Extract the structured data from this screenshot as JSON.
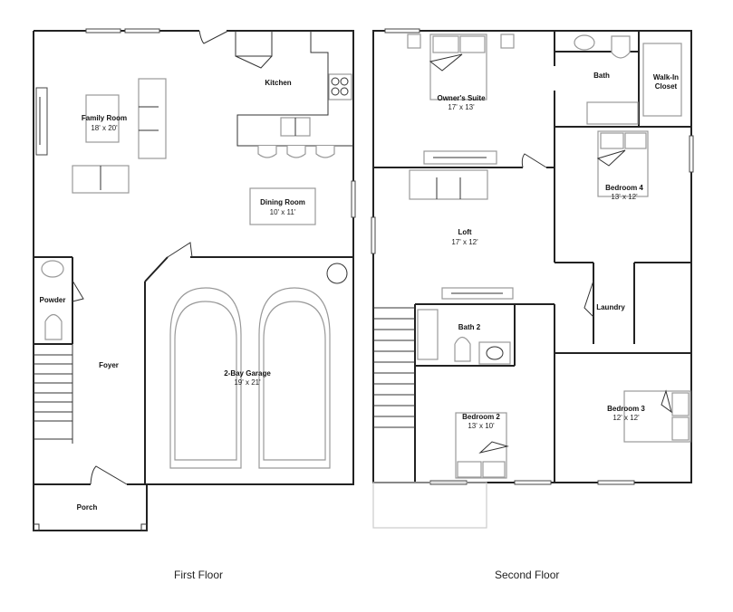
{
  "floors": [
    {
      "title": "First Floor",
      "rooms": [
        {
          "name": "Family Room",
          "dimensions": "18' x 20'"
        },
        {
          "name": "Kitchen",
          "dimensions": ""
        },
        {
          "name": "Dining Room",
          "dimensions": "10' x 11'"
        },
        {
          "name": "Powder",
          "dimensions": ""
        },
        {
          "name": "Foyer",
          "dimensions": ""
        },
        {
          "name": "2-Bay Garage",
          "dimensions": "19' x 21'"
        },
        {
          "name": "Porch",
          "dimensions": ""
        }
      ]
    },
    {
      "title": "Second Floor",
      "rooms": [
        {
          "name": "Owner's Suite",
          "dimensions": "17' x 13'"
        },
        {
          "name": "Bath",
          "dimensions": ""
        },
        {
          "name": "Walk-In",
          "dimensions": "Closet"
        },
        {
          "name": "Bedroom 4",
          "dimensions": "13' x 12'"
        },
        {
          "name": "Loft",
          "dimensions": "17' x 12'"
        },
        {
          "name": "Laundry",
          "dimensions": ""
        },
        {
          "name": "Bath 2",
          "dimensions": ""
        },
        {
          "name": "Bedroom 2",
          "dimensions": "13' x 10'"
        },
        {
          "name": "Bedroom 3",
          "dimensions": "12' x 12'"
        }
      ]
    }
  ]
}
